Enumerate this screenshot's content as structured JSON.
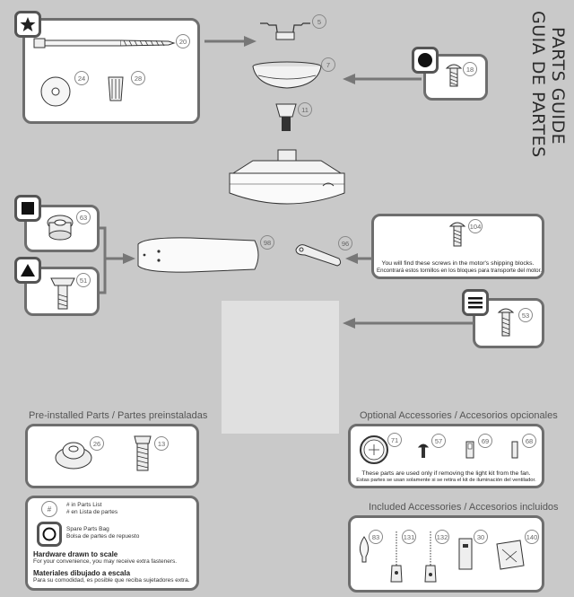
{
  "title_en": "PARTS GUIDE",
  "title_es": "GUIA DE PARTES",
  "sections": {
    "preinstalled": "Pre-installed Parts / Partes preinstaladas",
    "optional": "Optional Accessories / Accesorios opcionales",
    "included": "Included Accessories / Accesorios incluidos"
  },
  "notes": {
    "screws_en": "You will find these screws in the motor's shipping blocks.",
    "screws_es": "Encontrará estos tornillos en los bloques para transporte del motor.",
    "optional_en": "These parts are used only if removing the light kit from the fan.",
    "optional_es": "Estas partes se usan solamente si se retira el kit de iluminación del ventilador."
  },
  "legend": {
    "hash_symbol": "#",
    "parts_list_en": "# in Parts List",
    "parts_list_es": "# en Lista de partes",
    "spare_en": "Spare Parts Bag",
    "spare_es": "Bolsa de partes de repuesto",
    "scale_en": "Hardware drawn to scale",
    "scale_en_sub": "For your convenience, you may receive extra fasteners.",
    "scale_es": "Materiales dibujado a escala",
    "scale_es_sub": "Para su comodidad, es posible que reciba sujetadores extra."
  },
  "part_numbers": {
    "p5": "5",
    "p7": "7",
    "p11": "11",
    "p13": "13",
    "p18": "18",
    "p20": "20",
    "p24": "24",
    "p26": "26",
    "p28": "28",
    "p30": "30",
    "p51": "51",
    "p53": "53",
    "p57": "57",
    "p63": "63",
    "p68": "68",
    "p69": "69",
    "p71": "71",
    "p83": "83",
    "p96": "96",
    "p98": "98",
    "p104": "104",
    "p131": "131",
    "p132": "132",
    "p140": "140"
  },
  "badge_icons": [
    "star-icon",
    "circle-icon",
    "square-icon",
    "triangle-icon",
    "lines-icon"
  ]
}
